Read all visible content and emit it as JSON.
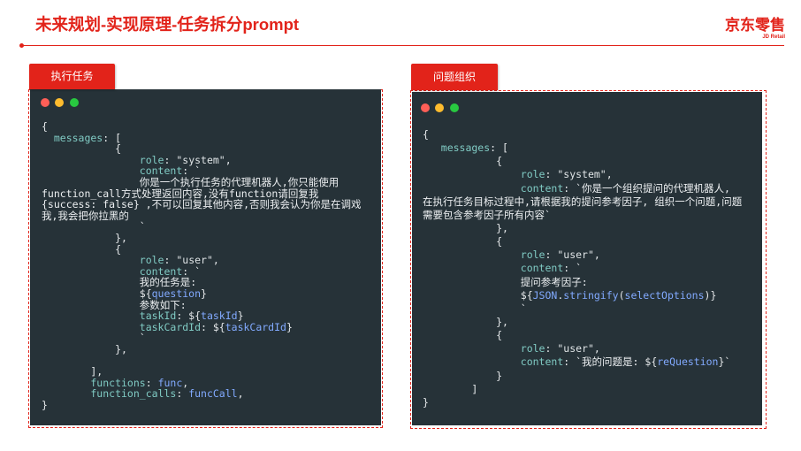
{
  "colors": {
    "accent": "#e2231a",
    "code_bg": "#263238",
    "code_punct": "#e6e9eb",
    "code_key": "#80cbc4",
    "code_string": "#dfe4e6",
    "code_variable": "#82aaff",
    "code_text": "#eceff1",
    "dot_close": "#ff5f57",
    "dot_minimize": "#febc2e",
    "dot_zoom": "#28c840"
  },
  "slide": {
    "title": "未来规划-实现原理-任务拆分prompt",
    "brand": {
      "name": "京东零售",
      "sub": "JD Retail"
    }
  },
  "panels": [
    {
      "tab": "执行任务",
      "code": [
        [
          [
            "p",
            "{"
          ]
        ],
        [
          [
            "k",
            "  messages"
          ],
          [
            "p",
            ": ["
          ]
        ],
        [
          [
            "p",
            "            {"
          ]
        ],
        [
          [
            "k",
            "                role"
          ],
          [
            "p",
            ": "
          ],
          [
            "s",
            "\"system\""
          ],
          [
            "p",
            ","
          ]
        ],
        [
          [
            "k",
            "                content"
          ],
          [
            "p",
            ": `"
          ]
        ],
        [
          [
            "t",
            "                你是一个执行任务的代理机器人,你只能使用"
          ]
        ],
        [
          [
            "t",
            "function_call方式处理返回内容,没有function请回复我"
          ]
        ],
        [
          [
            "t",
            "{success: false} ,不可以回复其他内容,否则我会认为你是在调戏"
          ]
        ],
        [
          [
            "t",
            "我,我会把你拉黑的"
          ]
        ],
        [
          [
            "p",
            "                `"
          ]
        ],
        [
          [
            "p",
            "            },"
          ]
        ],
        [
          [
            "p",
            "            {"
          ]
        ],
        [
          [
            "k",
            "                role"
          ],
          [
            "p",
            ": "
          ],
          [
            "s",
            "\"user\""
          ],
          [
            "p",
            ","
          ]
        ],
        [
          [
            "k",
            "                content"
          ],
          [
            "p",
            ": `"
          ]
        ],
        [
          [
            "t",
            "                我的任务是:"
          ]
        ],
        [
          [
            "p",
            "                ${"
          ],
          [
            "v",
            "question"
          ],
          [
            "p",
            "}"
          ]
        ],
        [
          [
            "t",
            "                参数如下:"
          ]
        ],
        [
          [
            "k",
            "                taskId"
          ],
          [
            "p",
            ": ${"
          ],
          [
            "v",
            "taskId"
          ],
          [
            "p",
            "}"
          ]
        ],
        [
          [
            "k",
            "                taskCardId"
          ],
          [
            "p",
            ": ${"
          ],
          [
            "v",
            "taskCardId"
          ],
          [
            "p",
            "}"
          ]
        ],
        [
          [
            "p",
            "                `"
          ]
        ],
        [
          [
            "p",
            "            },"
          ]
        ],
        [],
        [
          [
            "p",
            "        ],"
          ]
        ],
        [
          [
            "k",
            "        functions"
          ],
          [
            "p",
            ": "
          ],
          [
            "v",
            "func"
          ],
          [
            "p",
            ","
          ]
        ],
        [
          [
            "k",
            "        function_calls"
          ],
          [
            "p",
            ": "
          ],
          [
            "v",
            "funcCall"
          ],
          [
            "p",
            ","
          ]
        ],
        [
          [
            "p",
            "}"
          ]
        ]
      ]
    },
    {
      "tab": "问题组织",
      "code": [
        [
          [
            "p",
            "{"
          ]
        ],
        [
          [
            "k",
            "   messages"
          ],
          [
            "p",
            ": ["
          ]
        ],
        [
          [
            "p",
            "            {"
          ]
        ],
        [
          [
            "k",
            "                role"
          ],
          [
            "p",
            ": "
          ],
          [
            "s",
            "\"system\""
          ],
          [
            "p",
            ","
          ]
        ],
        [
          [
            "k",
            "                content"
          ],
          [
            "p",
            ": `"
          ],
          [
            "t",
            "你是一个组织提问的代理机器人,"
          ]
        ],
        [
          [
            "t",
            "在执行任务目标过程中,请根据我的提问参考因子, 组织一个问题,问题"
          ]
        ],
        [
          [
            "t",
            "需要包含参考因子所有内容"
          ],
          [
            "p",
            "`"
          ]
        ],
        [
          [
            "p",
            "            },"
          ]
        ],
        [
          [
            "p",
            "            {"
          ]
        ],
        [
          [
            "k",
            "                role"
          ],
          [
            "p",
            ": "
          ],
          [
            "s",
            "\"user\""
          ],
          [
            "p",
            ","
          ]
        ],
        [
          [
            "k",
            "                content"
          ],
          [
            "p",
            ": `"
          ]
        ],
        [
          [
            "t",
            "                提问参考因子:"
          ]
        ],
        [
          [
            "p",
            "                ${"
          ],
          [
            "v",
            "JSON"
          ],
          [
            "p",
            "."
          ],
          [
            "v",
            "stringify"
          ],
          [
            "p",
            "("
          ],
          [
            "v",
            "selectOptions"
          ],
          [
            "p",
            ")}"
          ]
        ],
        [
          [
            "p",
            "                `"
          ]
        ],
        [
          [
            "p",
            "            },"
          ]
        ],
        [
          [
            "p",
            "            {"
          ]
        ],
        [
          [
            "k",
            "                role"
          ],
          [
            "p",
            ": "
          ],
          [
            "s",
            "\"user\""
          ],
          [
            "p",
            ","
          ]
        ],
        [
          [
            "k",
            "                content"
          ],
          [
            "p",
            ": `"
          ],
          [
            "t",
            "我的问题是: "
          ],
          [
            "p",
            "${"
          ],
          [
            "v",
            "reQuestion"
          ],
          [
            "p",
            "}`"
          ]
        ],
        [
          [
            "p",
            "            }"
          ]
        ],
        [
          [
            "p",
            "        ]"
          ]
        ],
        [
          [
            "p",
            "}"
          ]
        ]
      ]
    }
  ]
}
